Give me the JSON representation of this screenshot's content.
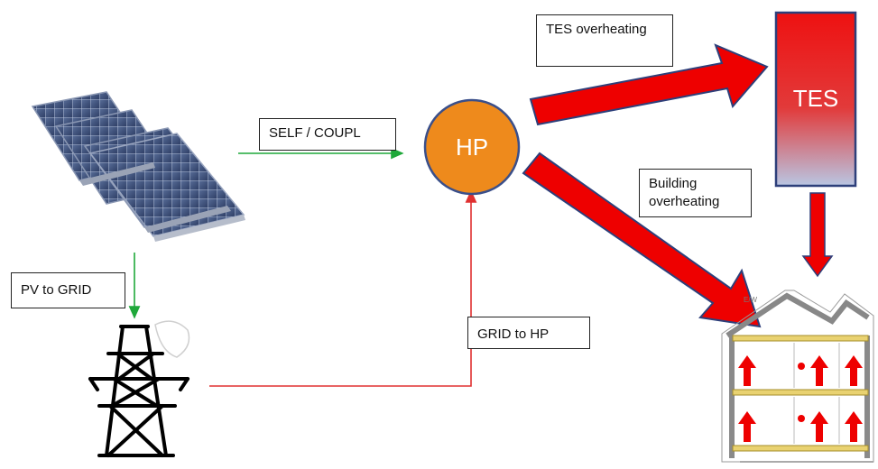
{
  "labels": {
    "tes_overheating": "TES overheating",
    "self_coupl": "SELF / COUPL",
    "building_overheating_line1": "Building",
    "building_overheating_line2": "overheating",
    "pv_to_grid": "PV to GRID",
    "grid_to_hp": "GRID to HP"
  },
  "nodes": {
    "hp": "HP",
    "tes": "TES"
  },
  "colors": {
    "hp_fill": "#ee8a1c",
    "hp_stroke": "#3a4f8a",
    "arrow_red": "#ee0000",
    "arrow_stroke": "#2d3f7a",
    "green_line": "#1fa83a",
    "red_line": "#e03030",
    "tes_top": "#ee1111",
    "tes_bottom": "#b9c6e3"
  }
}
